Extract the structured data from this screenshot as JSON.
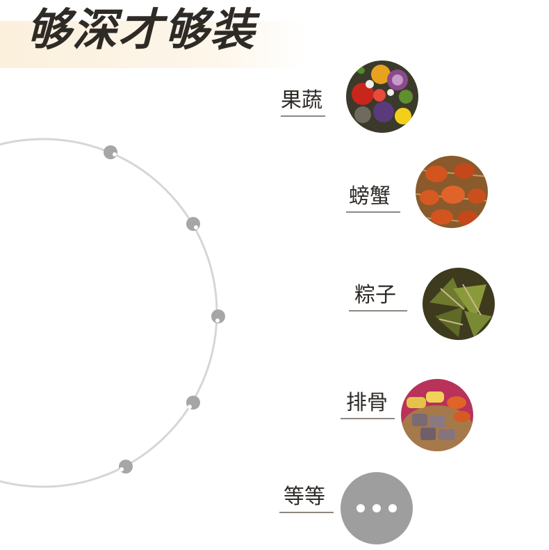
{
  "header": {
    "title": "够深才够装"
  },
  "categories": [
    {
      "label": "果蔬",
      "icon": "vegetables-photo"
    },
    {
      "label": "螃蟹",
      "icon": "crabs-photo"
    },
    {
      "label": "粽子",
      "icon": "zongzi-photo"
    },
    {
      "label": "排骨",
      "icon": "ribs-photo"
    },
    {
      "label": "等等",
      "icon": "ellipsis-icon"
    }
  ],
  "colors": {
    "text": "#2e2a26",
    "orbit": "#d6d6d6",
    "orbit_node": "#a6a6a6",
    "more_button": "#9e9e9e",
    "banner": "#fbf0dc"
  }
}
